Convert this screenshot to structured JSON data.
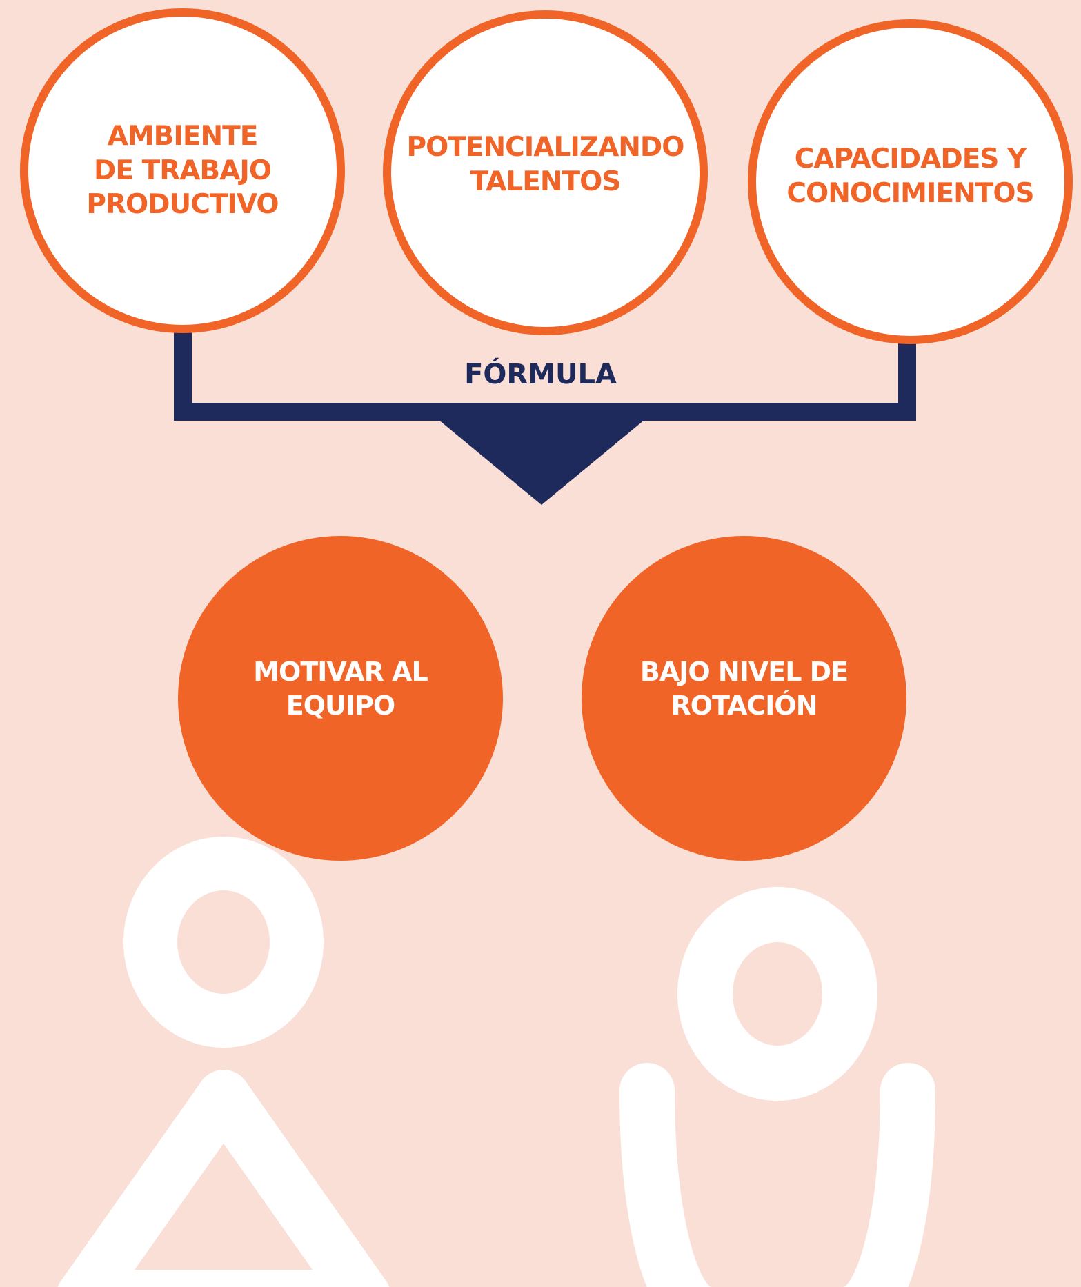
{
  "colors": {
    "background": "#FADFD6",
    "accent": "#F16427",
    "connector": "#1F2A5C",
    "figure": "#FFFFFF"
  },
  "top_circles": [
    {
      "lines": [
        "AMBIENTE",
        "DE TRABAJO",
        "PRODUCTIVO"
      ]
    },
    {
      "lines": [
        "POTENCIALIZANDO",
        "TALENTOS"
      ]
    },
    {
      "lines": [
        "CAPACIDADES Y",
        "CONOCIMIENTOS"
      ]
    }
  ],
  "connector_label": "FÓRMULA",
  "bottom_circles": [
    {
      "lines": [
        "MOTIVAR AL",
        "EQUIPO"
      ]
    },
    {
      "lines": [
        "BAJO NIVEL DE",
        "ROTACIÓN"
      ]
    }
  ],
  "decorations": [
    "person-figure-left",
    "person-figure-right"
  ]
}
